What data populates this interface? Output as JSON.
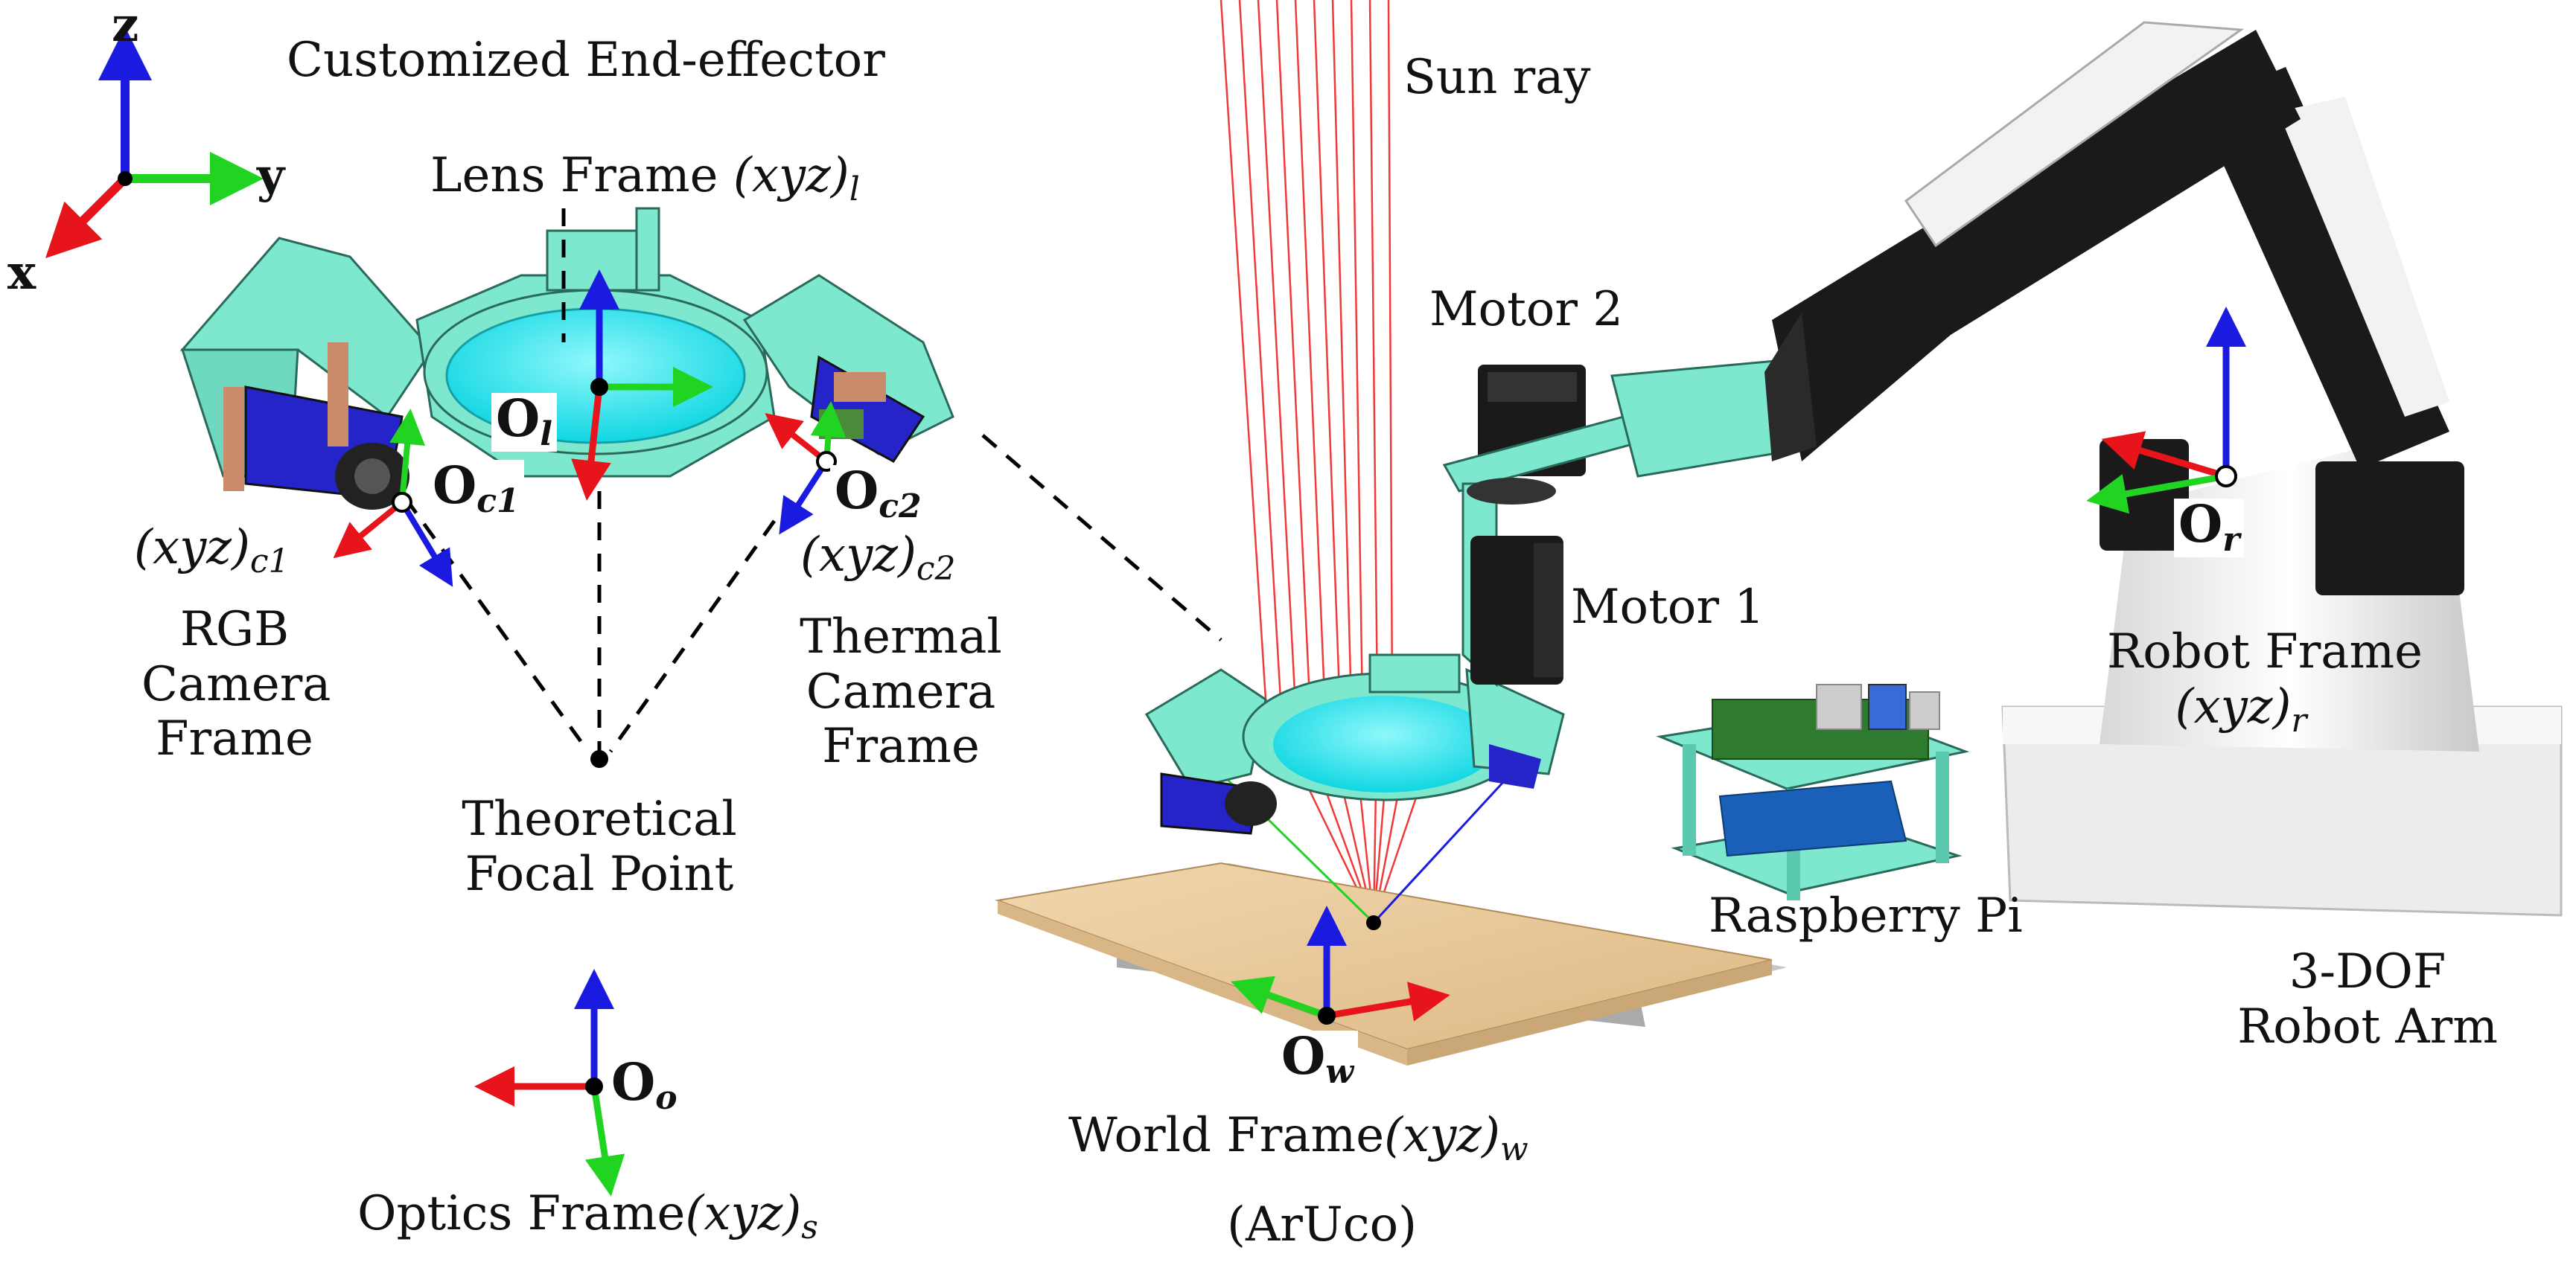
{
  "axes_legend": {
    "z": "z",
    "y": "y",
    "x": "x"
  },
  "labels": {
    "end_effector": "Customized End-effector",
    "lens_frame_prefix": "Lens Frame ",
    "lens_frame_math": "(xyz)",
    "lens_frame_sub": "l",
    "sun_ray": "Sun ray",
    "motor2": "Motor 2",
    "motor1": "Motor 1",
    "rgb_frame_math": "(xyz)",
    "rgb_frame_sub": "c1",
    "rgb_name": [
      "RGB",
      "Camera",
      "Frame"
    ],
    "thermal_frame_math": "(xyz)",
    "thermal_frame_sub": "c2",
    "thermal_name": [
      "Thermal",
      "Camera",
      "Frame"
    ],
    "focal_point": [
      "Theoretical",
      "Focal Point"
    ],
    "optics_prefix": "Optics Frame",
    "optics_math": "(xyz)",
    "optics_sub": "s",
    "world_prefix": "World Frame",
    "world_math": "(xyz)",
    "world_sub": "w",
    "aruco": "(ArUco)",
    "raspberry": "Raspberry Pi",
    "robot_frame": "Robot Frame",
    "robot_math": "(xyz)",
    "robot_sub": "r",
    "robot_arm": [
      "3-DOF",
      "Robot Arm"
    ]
  },
  "origins": {
    "l": {
      "main": "O",
      "sub": "l"
    },
    "c1": {
      "main": "O",
      "sub": "c1"
    },
    "c2": {
      "main": "O",
      "sub": "c2"
    },
    "o": {
      "main": "O",
      "sub": "o"
    },
    "w": {
      "main": "O",
      "sub": "w"
    },
    "r": {
      "main": "O",
      "sub": "r"
    }
  },
  "colors": {
    "axis_x": "#e8141b",
    "axis_y": "#22d422",
    "axis_z": "#1a1ae0",
    "teal_body": "#7ee8cf",
    "lens_cyan": "#25e8ef",
    "robot_black": "#1a1a1a",
    "board_wood": "#e8c99a"
  }
}
